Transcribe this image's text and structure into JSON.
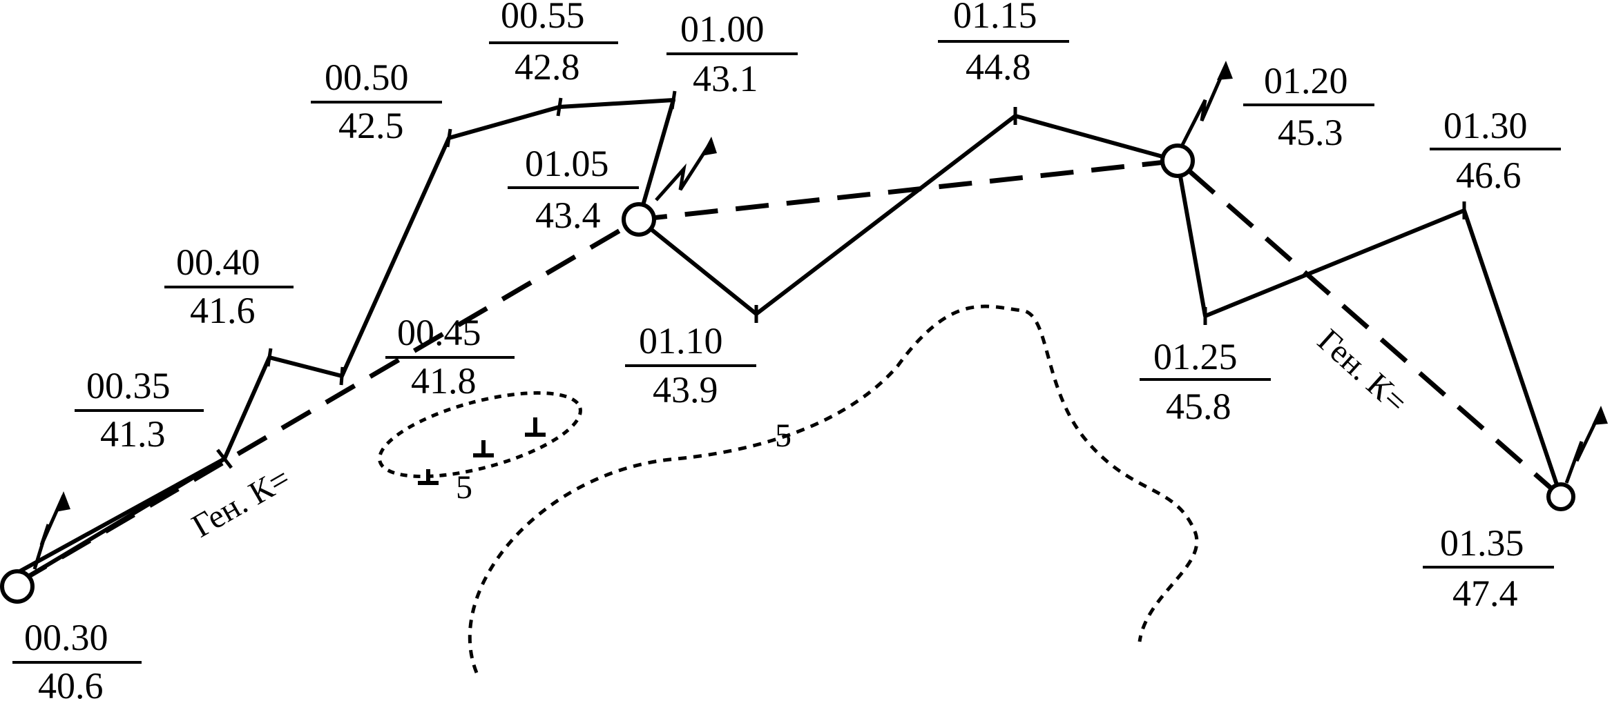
{
  "colors": {
    "ink": "#000000",
    "background": "#ffffff"
  },
  "points": [
    {
      "time": "00.30",
      "value": "40.6",
      "kind": "fix-circle"
    },
    {
      "time": "00.35",
      "value": "41.3",
      "kind": "tick"
    },
    {
      "time": "00.40",
      "value": "41.6",
      "kind": "tick"
    },
    {
      "time": "00.45",
      "value": "41.8",
      "kind": "tick"
    },
    {
      "time": "00.50",
      "value": "42.5",
      "kind": "tick"
    },
    {
      "time": "00.55",
      "value": "42.8",
      "kind": "tick"
    },
    {
      "time": "01.00",
      "value": "43.1",
      "kind": "tick"
    },
    {
      "time": "01.05",
      "value": "43.4",
      "kind": "fix-circle"
    },
    {
      "time": "01.10",
      "value": "43.9",
      "kind": "tick"
    },
    {
      "time": "01.15",
      "value": "44.8",
      "kind": "tick"
    },
    {
      "time": "01.20",
      "value": "45.3",
      "kind": "fix-circle"
    },
    {
      "time": "01.25",
      "value": "45.8",
      "kind": "tick"
    },
    {
      "time": "01.30",
      "value": "46.6",
      "kind": "tick"
    },
    {
      "time": "01.35",
      "value": "47.4",
      "kind": "fix-circle"
    }
  ],
  "general_course_labels": [
    "Ген. К=",
    "Ген. К="
  ],
  "depth_labels": [
    "5",
    "5"
  ],
  "icons": [
    "north-arrow-icon",
    "bottom-anchor-icon"
  ]
}
